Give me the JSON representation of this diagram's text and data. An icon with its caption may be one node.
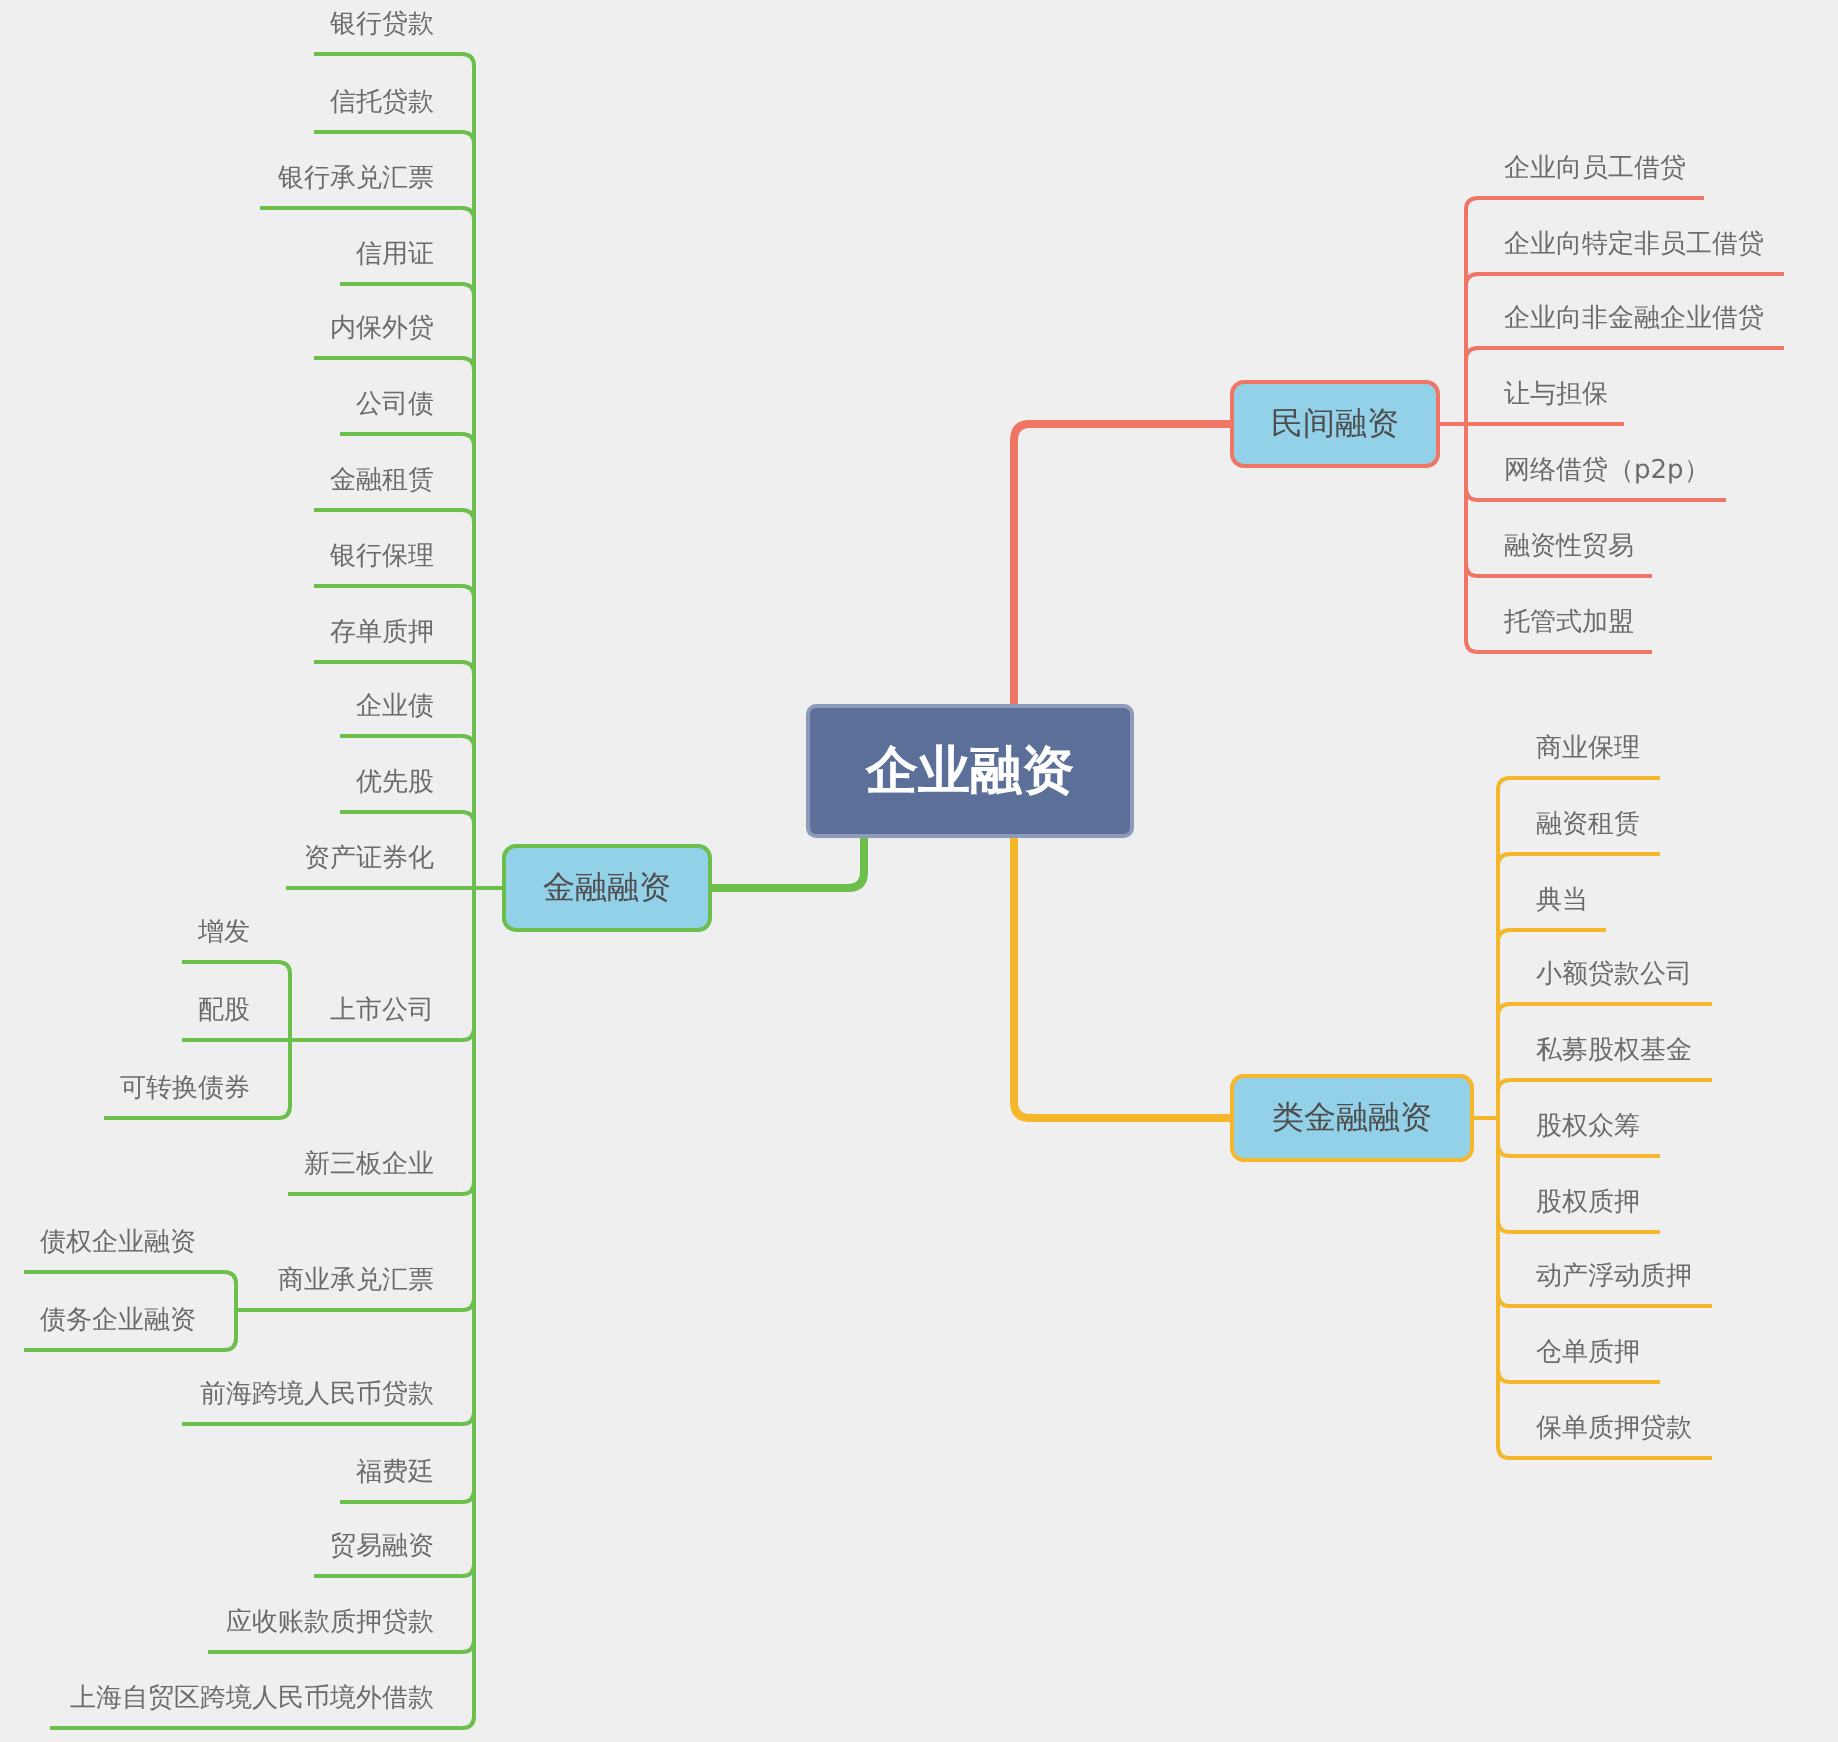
{
  "diagram": {
    "nodes": [
      {
        "text": [
          "企业融资"
        ]
      },
      {
        "text": [
          "民间融资"
        ]
      },
      {
        "text": [
          "企业向员工借贷"
        ]
      },
      {
        "text": [
          "企业向特定非员工借贷"
        ]
      },
      {
        "text": [
          "企业向非金融企业借贷"
        ]
      },
      {
        "text": [
          "让与担保"
        ]
      },
      {
        "text": [
          "网络借贷（p2p）"
        ]
      },
      {
        "text": [
          "融资性贸易"
        ]
      },
      {
        "text": [
          "托管式加盟"
        ]
      },
      {
        "text": [
          "类金融融资"
        ]
      },
      {
        "text": [
          "商业保理"
        ]
      },
      {
        "text": [
          "融资租赁"
        ]
      },
      {
        "text": [
          "典当"
        ]
      },
      {
        "text": [
          "小额贷款公司"
        ]
      },
      {
        "text": [
          "私募股权基金"
        ]
      },
      {
        "text": [
          "股权众筹"
        ]
      },
      {
        "text": [
          "股权质押"
        ]
      },
      {
        "text": [
          "动产浮动质押"
        ]
      },
      {
        "text": [
          "仓单质押"
        ]
      },
      {
        "text": [
          "保单质押贷款"
        ]
      },
      {
        "text": [
          "金融融资"
        ]
      },
      {
        "text": [
          "银行贷款"
        ]
      },
      {
        "text": [
          "信托贷款"
        ]
      },
      {
        "text": [
          "银行承兑汇票"
        ]
      },
      {
        "text": [
          "信用证"
        ]
      },
      {
        "text": [
          "内保外贷"
        ]
      },
      {
        "text": [
          "公司债"
        ]
      },
      {
        "text": [
          "金融租赁"
        ]
      },
      {
        "text": [
          "银行保理"
        ]
      },
      {
        "text": [
          "存单质押"
        ]
      },
      {
        "text": [
          "企业债"
        ]
      },
      {
        "text": [
          "优先股"
        ]
      },
      {
        "text": [
          "资产证券化"
        ]
      },
      {
        "text": [
          "上市公司"
        ]
      },
      {
        "text": [
          "增发"
        ]
      },
      {
        "text": [
          "配股"
        ]
      },
      {
        "text": [
          "可转换债券"
        ]
      },
      {
        "text": [
          "新三板企业"
        ]
      },
      {
        "text": [
          "商业承兑汇票"
        ]
      },
      {
        "text": [
          "债权企业融资"
        ]
      },
      {
        "text": [
          "债务企业融资"
        ]
      },
      {
        "text": [
          "前海跨境人民币贷款"
        ]
      },
      {
        "text": [
          "福费廷"
        ]
      },
      {
        "text": [
          "贸易融资"
        ]
      },
      {
        "text": [
          "应收账款质押贷款"
        ]
      },
      {
        "text": [
          "上海自贸区跨境人民币境外借款"
        ]
      }
    ],
    "edges": [
      {
        "from": 0,
        "to": 1,
        "arrow": "none",
        "style": "thick",
        "color": "#ef7665"
      },
      {
        "from": 1,
        "to": 2,
        "arrow": "none",
        "color": "#ef7665"
      },
      {
        "from": 1,
        "to": 3,
        "arrow": "none",
        "color": "#ef7665"
      },
      {
        "from": 1,
        "to": 4,
        "arrow": "none",
        "color": "#ef7665"
      },
      {
        "from": 1,
        "to": 5,
        "arrow": "none",
        "color": "#ef7665"
      },
      {
        "from": 1,
        "to": 6,
        "arrow": "none",
        "color": "#ef7665"
      },
      {
        "from": 1,
        "to": 7,
        "arrow": "none",
        "color": "#ef7665"
      },
      {
        "from": 1,
        "to": 8,
        "arrow": "none",
        "color": "#ef7665"
      },
      {
        "from": 0,
        "to": 9,
        "arrow": "none",
        "style": "thick",
        "color": "#f4b72b"
      },
      {
        "from": 9,
        "to": 10,
        "arrow": "none",
        "color": "#f4b72b"
      },
      {
        "from": 9,
        "to": 11,
        "arrow": "none",
        "color": "#f4b72b"
      },
      {
        "from": 9,
        "to": 12,
        "arrow": "none",
        "color": "#f4b72b"
      },
      {
        "from": 9,
        "to": 13,
        "arrow": "none",
        "color": "#f4b72b"
      },
      {
        "from": 9,
        "to": 14,
        "arrow": "none",
        "color": "#f4b72b"
      },
      {
        "from": 9,
        "to": 15,
        "arrow": "none",
        "color": "#f4b72b"
      },
      {
        "from": 9,
        "to": 16,
        "arrow": "none",
        "color": "#f4b72b"
      },
      {
        "from": 9,
        "to": 17,
        "arrow": "none",
        "color": "#f4b72b"
      },
      {
        "from": 9,
        "to": 18,
        "arrow": "none",
        "color": "#f4b72b"
      },
      {
        "from": 9,
        "to": 19,
        "arrow": "none",
        "color": "#f4b72b"
      },
      {
        "from": 0,
        "to": 20,
        "arrow": "none",
        "style": "thick"
      },
      {
        "from": 20,
        "to": 21,
        "arrow": "none"
      },
      {
        "from": 20,
        "to": 22,
        "arrow": "none"
      },
      {
        "from": 20,
        "to": 23,
        "arrow": "none"
      },
      {
        "from": 20,
        "to": 24,
        "arrow": "none"
      },
      {
        "from": 20,
        "to": 25,
        "arrow": "none"
      },
      {
        "from": 20,
        "to": 26,
        "arrow": "none"
      },
      {
        "from": 20,
        "to": 27,
        "arrow": "none"
      },
      {
        "from": 20,
        "to": 28,
        "arrow": "none"
      },
      {
        "from": 20,
        "to": 29,
        "arrow": "none"
      },
      {
        "from": 20,
        "to": 30,
        "arrow": "none"
      },
      {
        "from": 20,
        "to": 31,
        "arrow": "none"
      },
      {
        "from": 20,
        "to": 32,
        "arrow": "none"
      },
      {
        "from": 20,
        "to": 33,
        "arrow": "none"
      },
      {
        "from": 33,
        "to": 34,
        "arrow": "none"
      },
      {
        "from": 33,
        "to": 35,
        "arrow": "none"
      },
      {
        "from": 33,
        "to": 36,
        "arrow": "none"
      },
      {
        "from": 20,
        "to": 37,
        "arrow": "none"
      },
      {
        "from": 20,
        "to": 38,
        "arrow": "none"
      },
      {
        "from": 38,
        "to": 39,
        "arrow": "none"
      },
      {
        "from": 38,
        "to": 40,
        "arrow": "none"
      },
      {
        "from": 20,
        "to": 41,
        "arrow": "none"
      },
      {
        "from": 20,
        "to": 42,
        "arrow": "none"
      },
      {
        "from": 20,
        "to": 43,
        "arrow": "none"
      },
      {
        "from": 20,
        "to": 44,
        "arrow": "none"
      },
      {
        "from": 20,
        "to": 45,
        "arrow": "none"
      }
    ]
  }
}
